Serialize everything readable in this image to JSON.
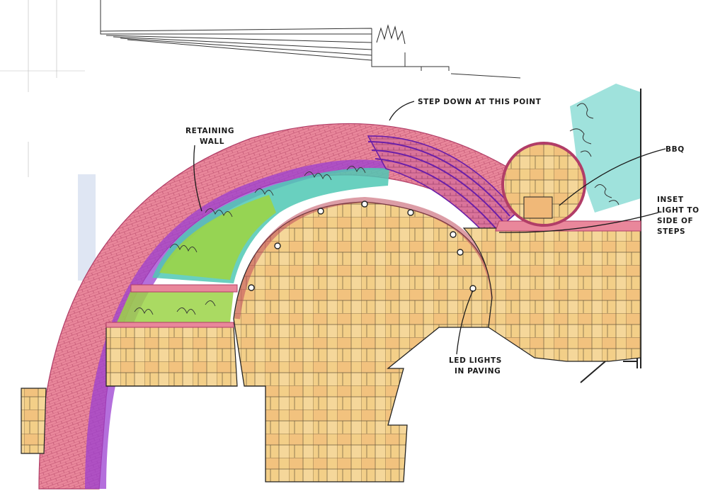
{
  "labels": {
    "step_down": "STEP DOWN AT THIS POINT",
    "retaining_1": "RETAINING",
    "retaining_2": "WALL",
    "bbq": "BBQ",
    "inset_1": "INSET",
    "inset_2": "LIGHT TO",
    "inset_3": "SIDE OF",
    "inset_4": "STEPS",
    "led_1": "LED LIGHTS",
    "led_2": "IN PAVING"
  },
  "colors": {
    "paving": "#f3cf88",
    "paving_warm": "#f0b878",
    "wall_brick": "#e9879b",
    "wall_shadow": "#9b3fd0",
    "planting_green": "#9bd447",
    "planting_teal": "#4fc8b4",
    "sky_blue": "#7fd8d0",
    "ink": "#1a1a1a"
  }
}
